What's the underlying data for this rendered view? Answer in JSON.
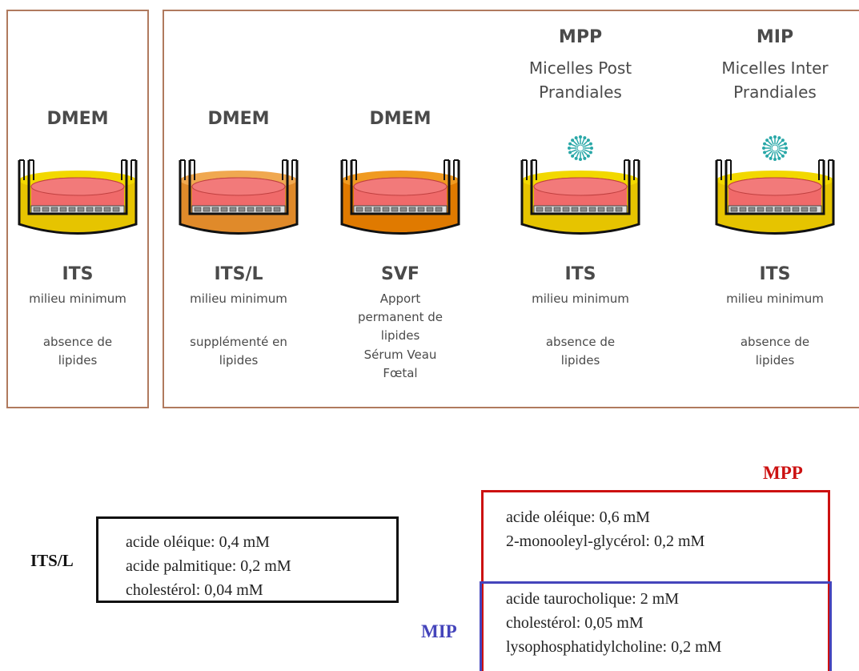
{
  "columns": [
    {
      "top_bold": "DMEM",
      "top_sub": "",
      "medium": "ITS",
      "line1": "milieu minimum",
      "line2": "absence de lipides",
      "fill": "#e6c400",
      "fill_light": "#f2d800",
      "micelle": false
    },
    {
      "top_bold": "DMEM",
      "top_sub": "",
      "medium": "ITS/L",
      "line1": "milieu minimum",
      "line2": "supplémenté en lipides",
      "fill": "#e08a2a",
      "fill_light": "#f0a850",
      "micelle": false
    },
    {
      "top_bold": "DMEM",
      "top_sub": "",
      "medium": "SVF",
      "line1": "Apport permanent de lipides",
      "line2": "Sérum Veau Fœtal",
      "fill": "#e07a00",
      "fill_light": "#f09a20",
      "micelle": false
    },
    {
      "top_bold": "MPP",
      "top_sub": "Micelles Post Prandiales",
      "medium": "ITS",
      "line1": "milieu minimum",
      "line2": "absence de lipides",
      "fill": "#e6c400",
      "fill_light": "#f2d800",
      "micelle": true
    },
    {
      "top_bold": "MIP",
      "top_sub": "Micelles Inter Prandiales",
      "medium": "ITS",
      "line1": "milieu minimum",
      "line2": "absence de lipides",
      "fill": "#e6c400",
      "fill_light": "#f2d800",
      "micelle": true
    }
  ],
  "itsl": {
    "label": "ITS/L",
    "lines": [
      "acide oléique: 0,4 mM",
      "acide palmitique: 0,2 mM",
      "cholestérol: 0,04 mM"
    ]
  },
  "mpp": {
    "label": "MPP",
    "lines": [
      "acide oléique: 0,6 mM",
      "2-monooleyl-glycérol: 0,2 mM"
    ],
    "color": "#cc1111"
  },
  "mip": {
    "label": "MIP",
    "lines": [
      "acide taurocholique: 2 mM",
      "cholestérol: 0,05 mM",
      "lysophosphatidylcholine: 0,2 mM"
    ],
    "color": "#4444bb"
  },
  "colors": {
    "panel_border": "#b07a5e",
    "insert_red": "#f06a6a",
    "micelle": "#2aa8a8"
  }
}
